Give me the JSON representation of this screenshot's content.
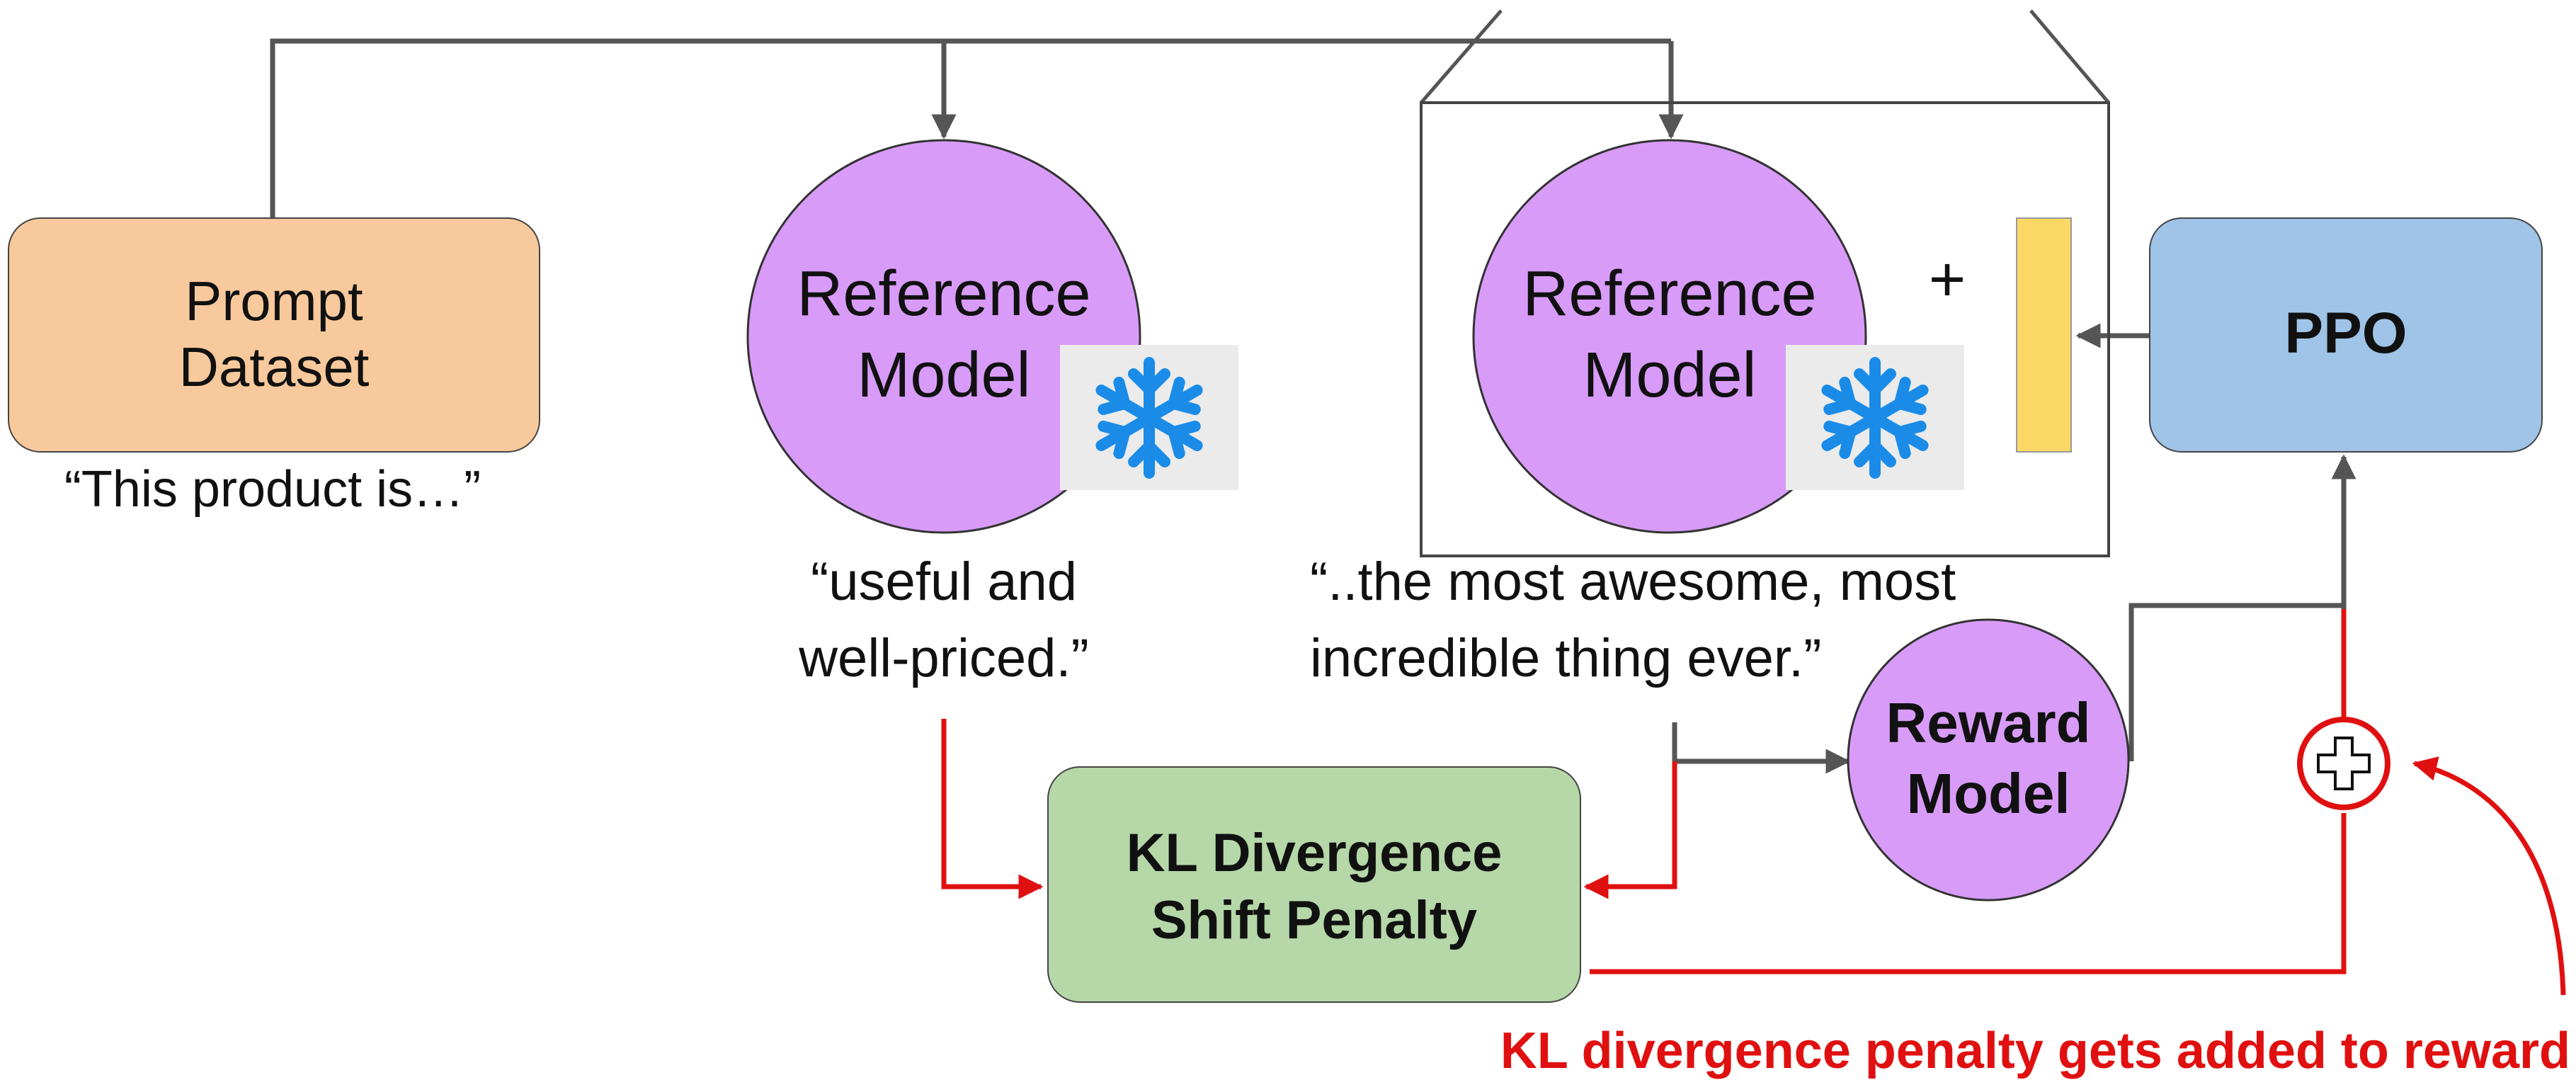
{
  "nodes": {
    "prompt_dataset": {
      "line1": "Prompt",
      "line2": "Dataset"
    },
    "prompt_example": "“This product  is…”",
    "reference_model": {
      "line1": "Reference",
      "line2": "Model"
    },
    "tuned_model": {
      "line1": "Reference",
      "line2": "Model",
      "plus": "+"
    },
    "reference_completion": {
      "line1": "“useful and",
      "line2": "well-priced.”"
    },
    "tuned_completion": {
      "line1": "“..the most awesome, most",
      "line2": "incredible thing ever.”"
    },
    "kl_box": {
      "line1": "KL Divergence",
      "line2": "Shift Penalty"
    },
    "reward_model": {
      "line1": "Reward",
      "line2": "Model"
    },
    "ppo": "PPO"
  },
  "annotation": "KL divergence penalty gets added to reward",
  "icons": {
    "frozen": "snowflake-icon",
    "adder": "plus-circle-icon"
  },
  "colors": {
    "prompt_fill": "#f8c99c",
    "model_fill": "#d89cf8",
    "ppo_fill": "#a0c4e8",
    "kl_fill": "#b6d7a8",
    "adapter_fill": "#fbd766",
    "snow_bg": "#ebebeb",
    "snow_blue": "#1a8ce8",
    "arrow_gray": "#555555",
    "penalty_red": "#e01010"
  }
}
